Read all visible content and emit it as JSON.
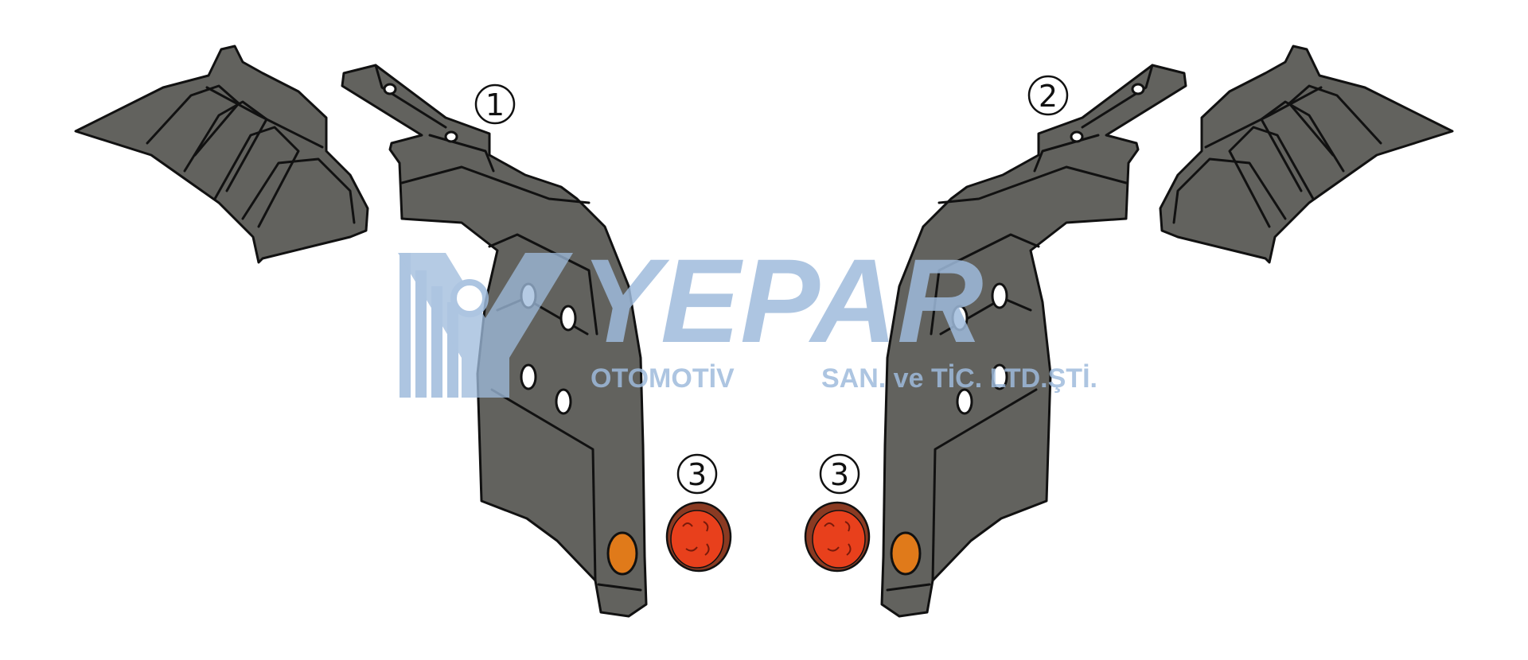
{
  "labels": {
    "left_part": "1",
    "right_part": "2",
    "reflector_left": "3",
    "reflector_right": "3"
  },
  "watermark": {
    "brand": "YEPAR",
    "line_left": "OTOMOTİV",
    "line_right": "SAN. ve TİC. LTD.ŞTİ.",
    "color": "#9fbbdc"
  },
  "colors": {
    "part_fill": "#62625e",
    "outline": "#111111",
    "reflector_red": "#e8401c",
    "reflector_rim": "#8a3a22",
    "side_marker": "#e07a1a",
    "background": "#ffffff"
  }
}
